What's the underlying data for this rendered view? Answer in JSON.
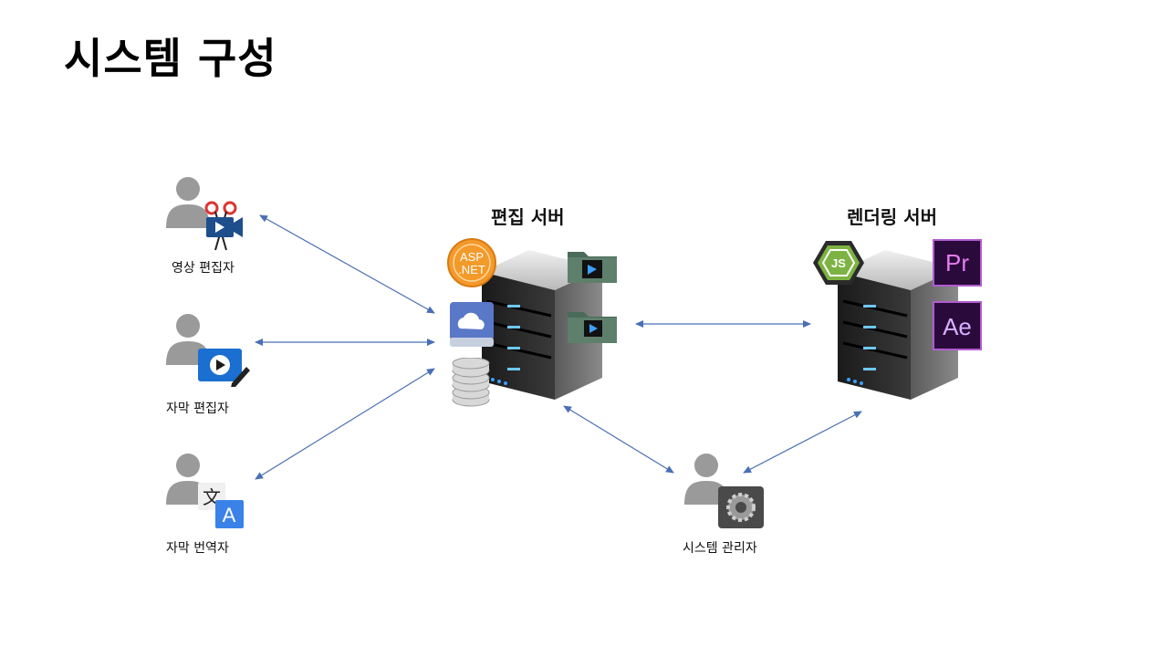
{
  "page": {
    "title": "시스템 구성"
  },
  "servers": {
    "editing": {
      "label": "편집 서버",
      "icons": [
        "aspnet-icon",
        "film-folder-icon",
        "cloud-drive-icon",
        "database-icon"
      ]
    },
    "rendering": {
      "label": "렌더링 서버",
      "icons": [
        "nodejs-icon",
        "premiere-pro-icon",
        "after-effects-icon"
      ]
    }
  },
  "badges": {
    "asp": "ASP\nNET",
    "pr": "Pr",
    "ae": "Ae",
    "node": "JS",
    "translate_a": "A",
    "translate_src": "文"
  },
  "actors": [
    {
      "label": "영상 편집자",
      "icon": "video-edit-icon"
    },
    {
      "label": "자막 편집자",
      "icon": "subtitle-edit-icon"
    },
    {
      "label": "자막 번역자",
      "icon": "translate-icon"
    },
    {
      "label": "시스템 관리자",
      "icon": "gear-icon"
    }
  ],
  "colors": {
    "arrow": "#4a6fb5",
    "person": "#9a9a9a",
    "pr_bg": "#2a0a3a",
    "pr_fg": "#e77cf2",
    "asp": "#f39a2b",
    "node": "#7cb342"
  }
}
